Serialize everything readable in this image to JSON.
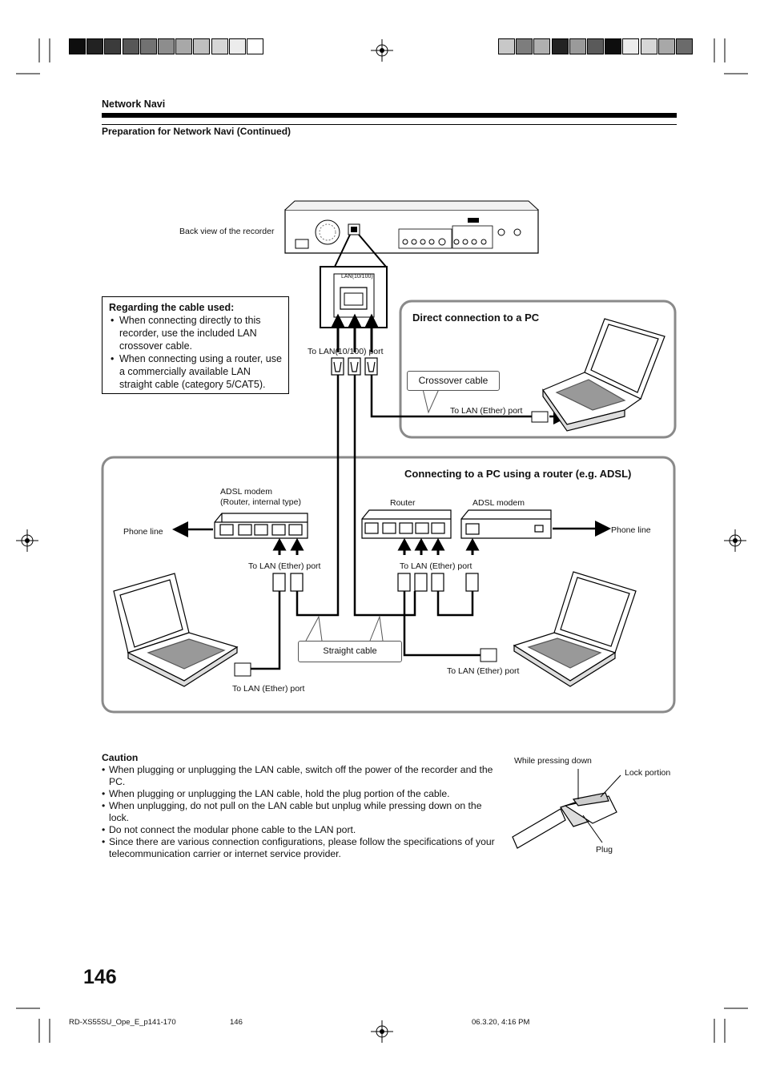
{
  "header": {
    "section_label": "Network Navi",
    "subsection_title": "Preparation for Network Navi (Continued)"
  },
  "print_marks": {
    "left_swatches": [
      "#0e0e0e",
      "#222222",
      "#3b3b3b",
      "#575757",
      "#727272",
      "#8d8d8d",
      "#a8a8a8",
      "#bfbfbf",
      "#d6d6d6",
      "#ececec",
      "#ffffff"
    ],
    "right_swatches": [
      "#c8c8c8",
      "#7d7d7d",
      "#b0b0b0",
      "#232323",
      "#9a9a9a",
      "#5a5a5a",
      "#0e0e0e",
      "#ececec",
      "#d6d6d6",
      "#a8a8a8",
      "#6b6b6b"
    ]
  },
  "diagram": {
    "recorder_label": "Back view of the recorder",
    "lan_port_tag": "LAN(10/100)",
    "to_lan_recorder": "To LAN(10/100) port",
    "direct_title": "Direct connection to a PC",
    "crossover_cable": "Crossover cable",
    "to_lan_direct": "To LAN (Ether) port",
    "router_title": "Connecting to a PC using a router (e.g. ADSL)",
    "adsl_modem_internal_line1": "ADSL modem",
    "adsl_modem_internal_line2": "(Router, internal type)",
    "router_label": "Router",
    "adsl_modem_label": "ADSL modem",
    "phone_line_left": "Phone line",
    "phone_line_right": "Phone line",
    "to_lan_left_group": "To LAN (Ether) port",
    "to_lan_right_group": "To LAN (Ether) port",
    "straight_cable": "Straight cable",
    "to_lan_left_pc": "To LAN (Ether) port",
    "to_lan_right_pc": "To LAN (Ether) port"
  },
  "cable_info": {
    "title": "Regarding the cable used:",
    "items": [
      "When connecting directly to this recorder, use the included LAN crossover cable.",
      "When connecting using a router, use a commercially available LAN straight cable (category 5/CAT5)."
    ]
  },
  "caution": {
    "title": "Caution",
    "items": [
      "When plugging or unplugging the LAN cable, switch off the power of the recorder and the PC.",
      "When plugging or unplugging the LAN cable, hold the plug portion of the cable.",
      "When unplugging, do not pull on the LAN cable but unplug while pressing down on the lock.",
      "Do not connect the modular phone cable to the LAN port.",
      "Since there are various connection configurations, please follow the specifications of your telecommunication carrier or internet service provider."
    ]
  },
  "plug_figure": {
    "pressing_label": "While pressing down",
    "lock_label": "Lock portion",
    "plug_label": "Plug"
  },
  "footer": {
    "page_number": "146",
    "file_name": "RD-XS55SU_Ope_E_p141-170",
    "page_ref": "146",
    "timestamp": "06.3.20, 4:16 PM"
  }
}
